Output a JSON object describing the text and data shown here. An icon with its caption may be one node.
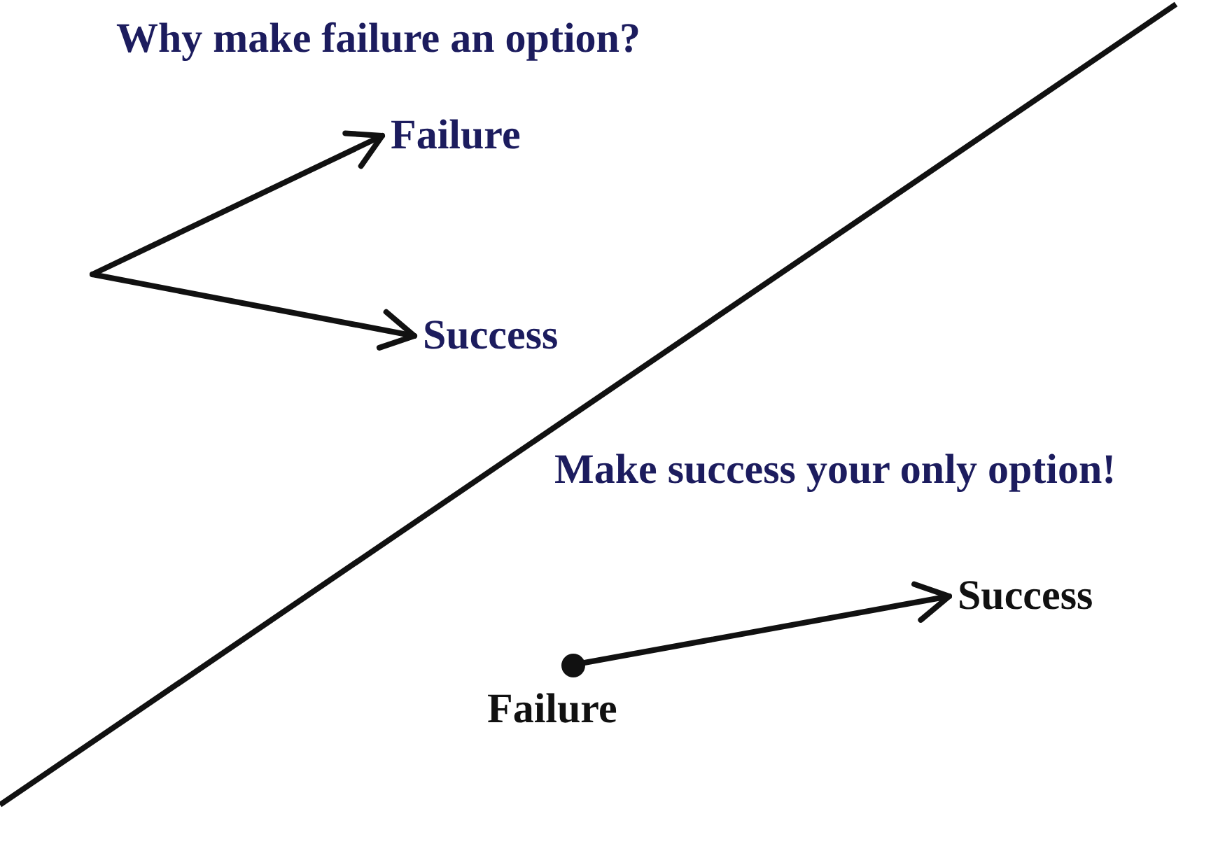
{
  "diagram": {
    "title": "Why make failure an option?",
    "nodes": [
      {
        "text": [
          "Failure"
        ]
      },
      {
        "text": [
          "Success"
        ]
      },
      {
        "text": [
          "Success"
        ]
      },
      {
        "text": [],
        "shape": "dot",
        "beside": [
          "Failure"
        ]
      }
    ],
    "edges": [
      {
        "from": null,
        "to": 0,
        "arrow": "to"
      },
      {
        "from": null,
        "to": 1,
        "arrow": "to"
      },
      {
        "from": 3,
        "to": 2,
        "arrow": "to"
      }
    ],
    "labels": [
      "Make success your only option!"
    ]
  }
}
